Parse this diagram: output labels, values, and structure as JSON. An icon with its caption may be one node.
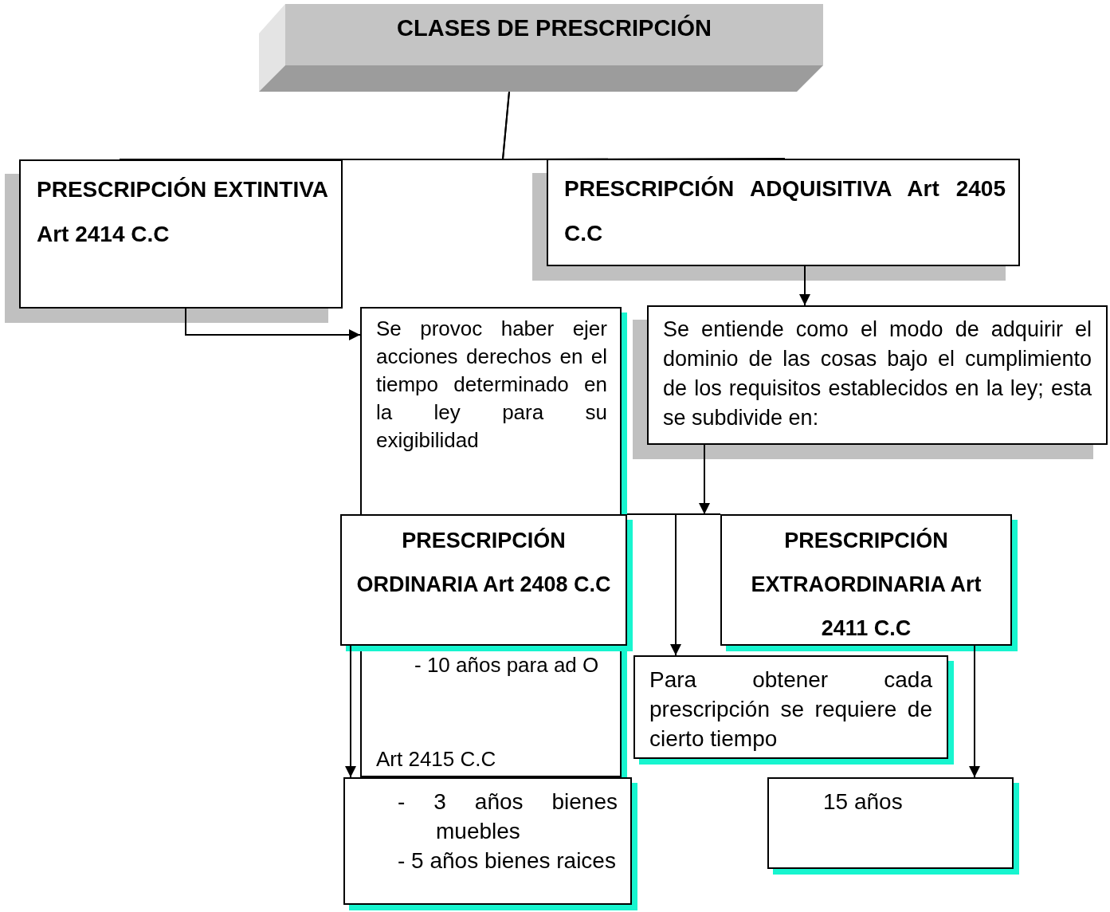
{
  "diagram": {
    "nodes": [
      {
        "text": [
          "CLASES DE PRESCRIPCIÓN"
        ]
      },
      {
        "text": [
          "PRESCRIPCIÓN EXTINTIVA Art 2414 C.C"
        ]
      },
      {
        "text": [
          "PRESCRIPCIÓN ADQUISITIVA Art 2405 C.C"
        ]
      },
      {
        "text": [
          "Se provoc haber ejer acciones derechos en el tiempo determinado en la ley para su exigibilidad"
        ]
      },
      {
        "text": [
          "Se entiende como el modo de adquirir el dominio de las cosas bajo el cumplimiento de los requisitos establecidos en la ley; esta se subdivide en:"
        ]
      },
      {
        "text": [
          "PRESCRIPCIÓN ORDINARIA Art 2408 C.C"
        ]
      },
      {
        "text": [
          "PRESCRIPCIÓN EXTRAORDINARIA Art 2411 C.C"
        ]
      },
      {
        "text": [
          "Para obtener cada prescripción se requiere de cierto tiempo"
        ]
      },
      {
        "text": [
          "- 10 años para ad O",
          "Art 2415 C.C"
        ]
      },
      {
        "text": [
          "- 3 años bienes muebles",
          "- 5 años bienes raices"
        ]
      },
      {
        "text": [
          "15 años"
        ]
      }
    ],
    "edges": [
      {
        "from": 0,
        "to": 1,
        "arrow": "none"
      },
      {
        "from": 0,
        "to": 2,
        "arrow": "none"
      },
      {
        "from": 1,
        "to": 3,
        "arrow": "to"
      },
      {
        "from": 2,
        "to": 4,
        "arrow": "to"
      },
      {
        "from": 4,
        "to": 5,
        "arrow": "none"
      },
      {
        "from": 4,
        "to": 6,
        "arrow": "none"
      },
      {
        "from": 4,
        "to": 7,
        "arrow": "to"
      },
      {
        "from": 5,
        "to": 9,
        "arrow": "to"
      },
      {
        "from": 6,
        "to": 10,
        "arrow": "to"
      }
    ]
  }
}
